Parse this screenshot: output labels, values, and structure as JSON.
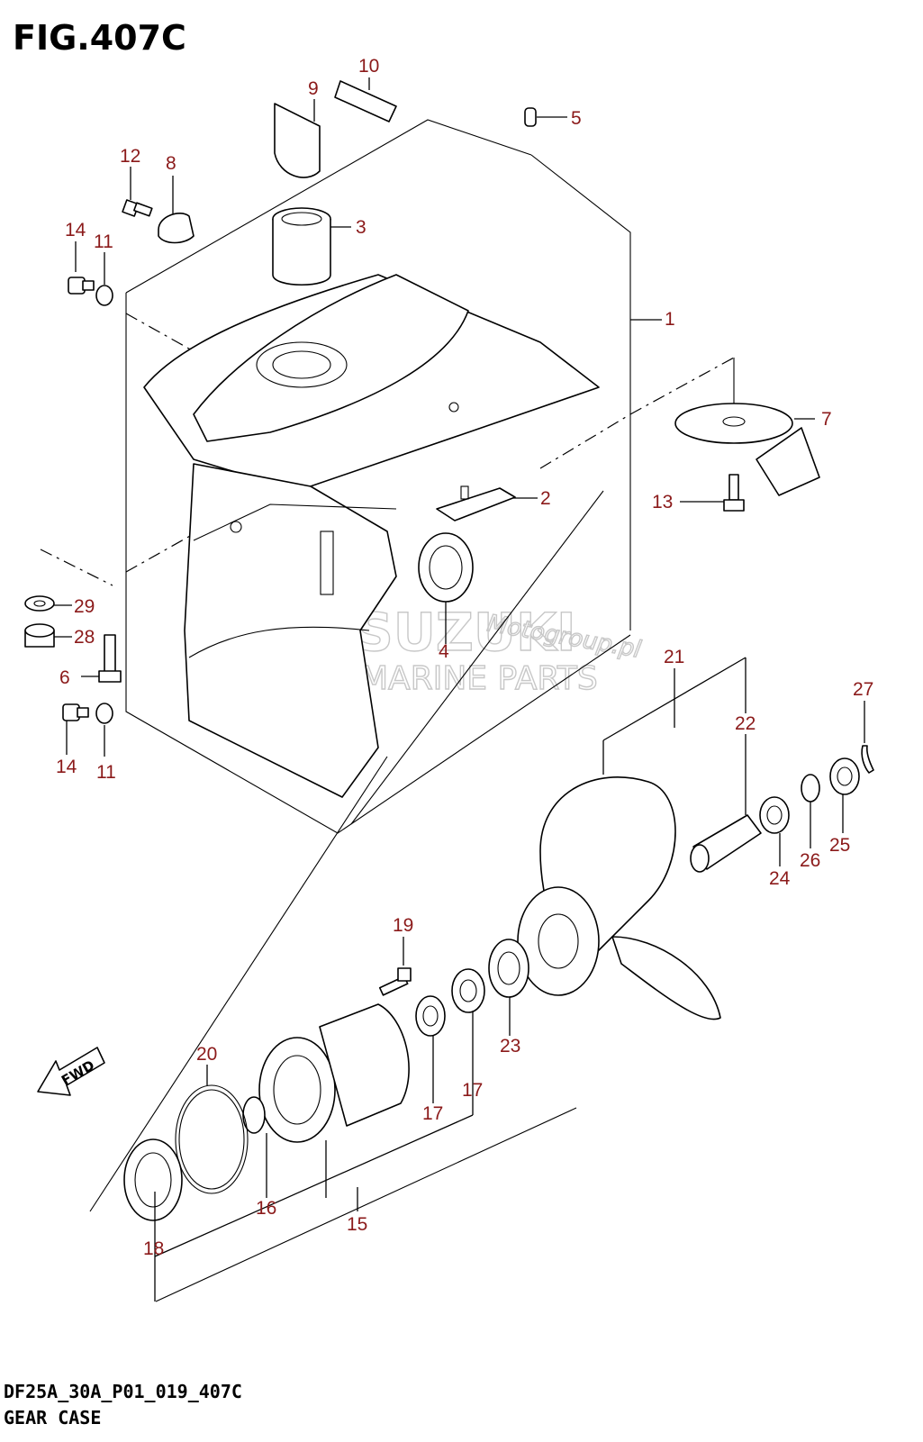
{
  "figure": {
    "title": "FIG.407C",
    "code": "DF25A_30A_P01_019_407C",
    "name": "GEAR CASE"
  },
  "watermark": {
    "brand": "SUZUKI",
    "line2": "MARINE PARTS",
    "script": "Motogroup.pl"
  },
  "fwd_label": "FWD",
  "callouts": [
    {
      "id": "1"
    },
    {
      "id": "2"
    },
    {
      "id": "3"
    },
    {
      "id": "4"
    },
    {
      "id": "5"
    },
    {
      "id": "6"
    },
    {
      "id": "7"
    },
    {
      "id": "8"
    },
    {
      "id": "9"
    },
    {
      "id": "10"
    },
    {
      "id": "11"
    },
    {
      "id": "11"
    },
    {
      "id": "12"
    },
    {
      "id": "13"
    },
    {
      "id": "14"
    },
    {
      "id": "14"
    },
    {
      "id": "15"
    },
    {
      "id": "16"
    },
    {
      "id": "17"
    },
    {
      "id": "17"
    },
    {
      "id": "18"
    },
    {
      "id": "19"
    },
    {
      "id": "20"
    },
    {
      "id": "21"
    },
    {
      "id": "22"
    },
    {
      "id": "23"
    },
    {
      "id": "24"
    },
    {
      "id": "25"
    },
    {
      "id": "26"
    },
    {
      "id": "27"
    },
    {
      "id": "28"
    },
    {
      "id": "29"
    }
  ]
}
